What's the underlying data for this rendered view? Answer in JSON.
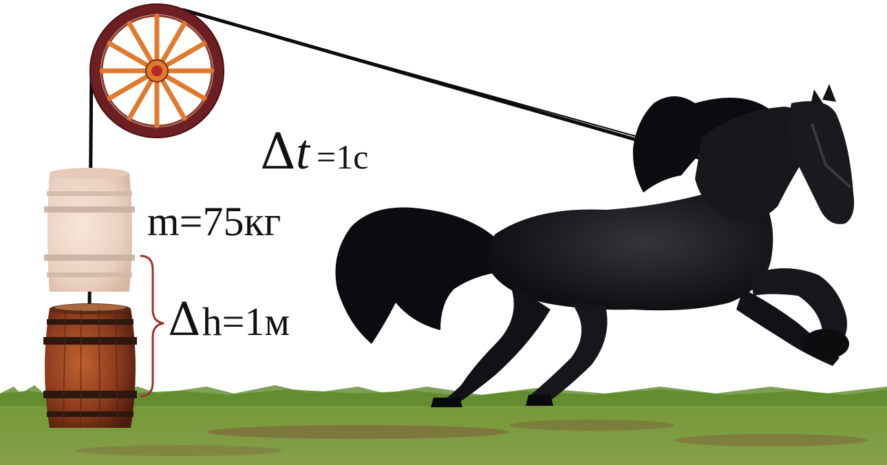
{
  "labels": {
    "time_delta": "Δ",
    "time_symbol": "t",
    "time_value": "=1с",
    "mass": "m=75кг",
    "height_delta": "Δ",
    "height_value": "h=1м"
  },
  "colors": {
    "rope": "#0b0b0b",
    "wheel_rim": "#6e1f23",
    "wheel_spokes": "#e07a2e",
    "wheel_hub": "#b22a2a",
    "brace": "#a03030",
    "barrel_wood": "#8a3a1d",
    "barrel_faded": "#f1d8c8",
    "horse": "#141417",
    "grass": "#6f9838",
    "soil": "#7d5a3c"
  },
  "objects": {
    "pulley": "wagon-wheel",
    "barrel_top": "faded-barrel",
    "barrel_bottom": "wooden-barrel",
    "animal": "black-horse"
  }
}
